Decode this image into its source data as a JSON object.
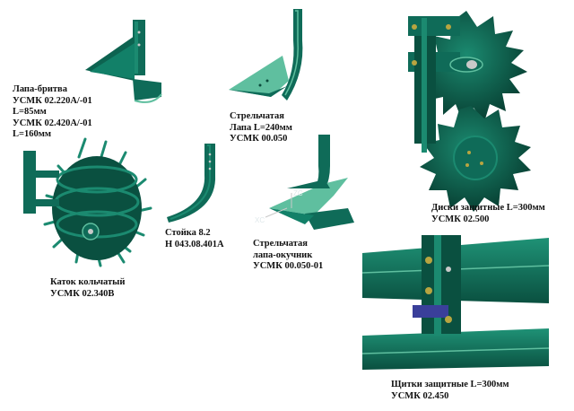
{
  "colors": {
    "body": "#0f6b58",
    "body_light": "#1b8a70",
    "body_dark": "#084536",
    "highlight": "#5fbf9f",
    "background": "#ffffff",
    "hub": "#c9c9c9"
  },
  "items": [
    {
      "key": "lapa_britva",
      "lines": [
        "Лапа-бритва",
        "УСМК 02.220А/-01",
        "L=85мм",
        "УСМК 02.420А/-01",
        "L=160мм"
      ]
    },
    {
      "key": "strelchataya",
      "lines": [
        "Стрельчатая",
        "Лапа L=240мм",
        "УСМК 00.050"
      ]
    },
    {
      "key": "diski",
      "lines": [
        "Диски защитные L=300мм",
        "УСМК 02.500"
      ]
    },
    {
      "key": "katok",
      "lines": [
        "Каток кольчатый",
        "УСМК 02.340В"
      ]
    },
    {
      "key": "stoyka",
      "lines": [
        "Стойка 8.2",
        "Н 043.08.401А"
      ]
    },
    {
      "key": "okuchnik",
      "lines": [
        "Стрельчатая",
        "лапа-окучник",
        "УСМК 00.050-01"
      ]
    },
    {
      "key": "shchitki",
      "lines": [
        "Щитки защитные L=300мм",
        "УСМК 02.450"
      ]
    }
  ],
  "axis_labels": {
    "x": "XC",
    "z": "ZC"
  }
}
